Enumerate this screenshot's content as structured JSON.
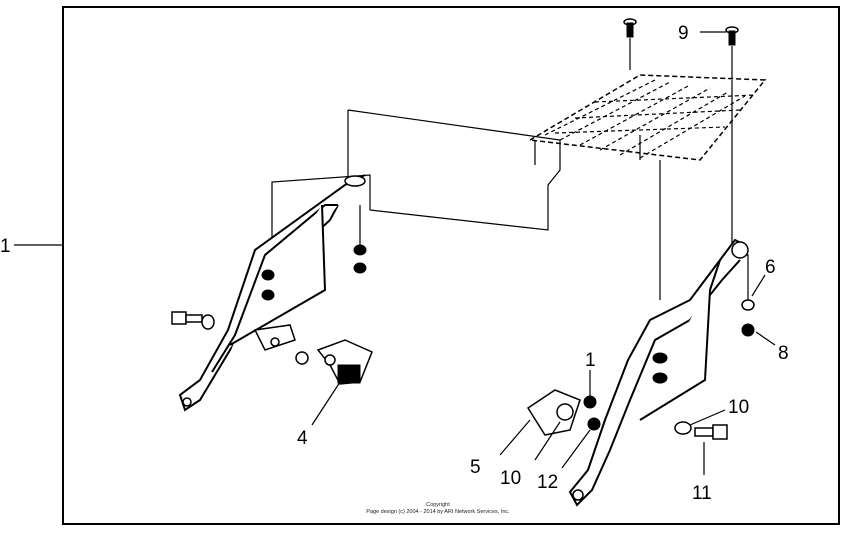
{
  "callouts": {
    "c1_left": "1",
    "c1_small": "1",
    "c4": "4",
    "c5": "5",
    "c6": "6",
    "c8": "8",
    "c9": "9",
    "c10_left": "10",
    "c10_right": "10",
    "c11": "11",
    "c12": "12"
  },
  "copyright": {
    "line1": "Copyright",
    "line2": "Page design (c) 2004 - 2014 by ARI Network Services, Inc."
  }
}
